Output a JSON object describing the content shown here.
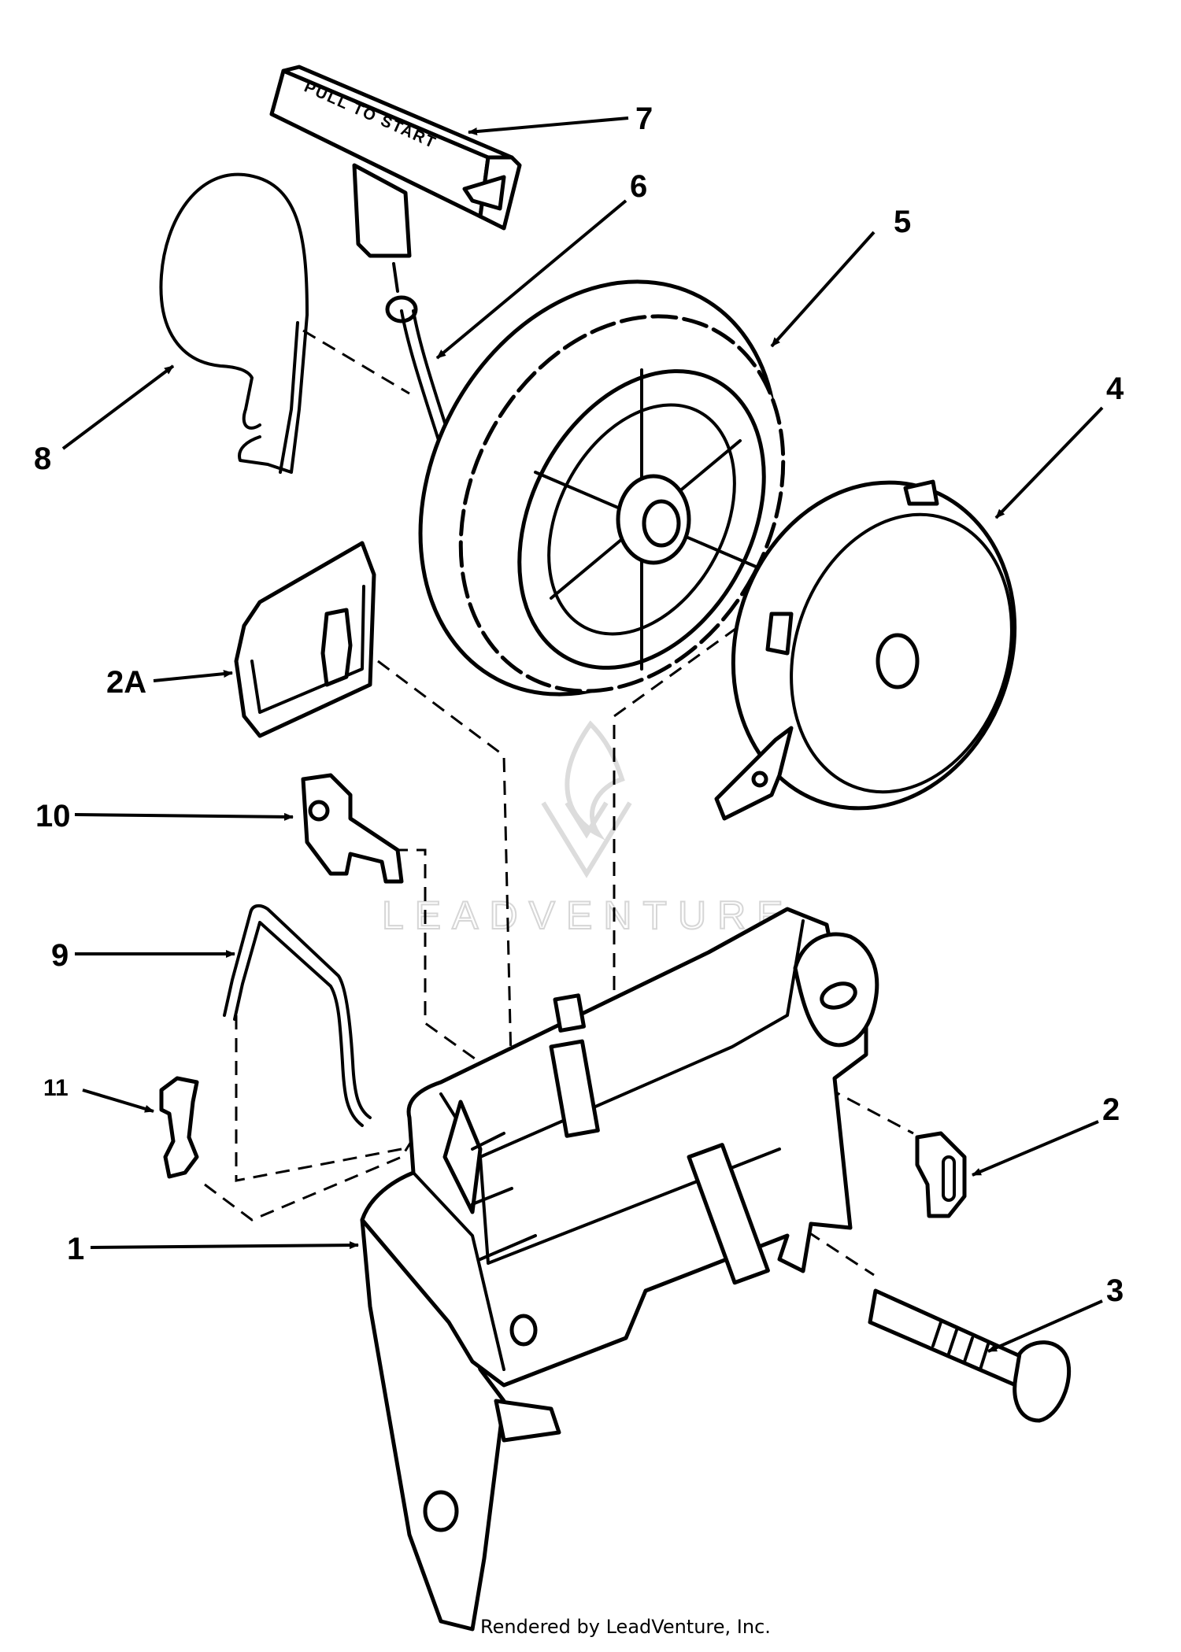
{
  "diagram": {
    "handle_text": "PULL TO START",
    "watermark": "LEADVENTURE",
    "footer": "Rendered by LeadVenture, Inc.",
    "callouts": {
      "c1": "1",
      "c2": "2",
      "c2a": "2A",
      "c3": "3",
      "c4": "4",
      "c5": "5",
      "c6": "6",
      "c7": "7",
      "c8": "8",
      "c9": "9",
      "c10": "10",
      "c11": "11"
    }
  }
}
